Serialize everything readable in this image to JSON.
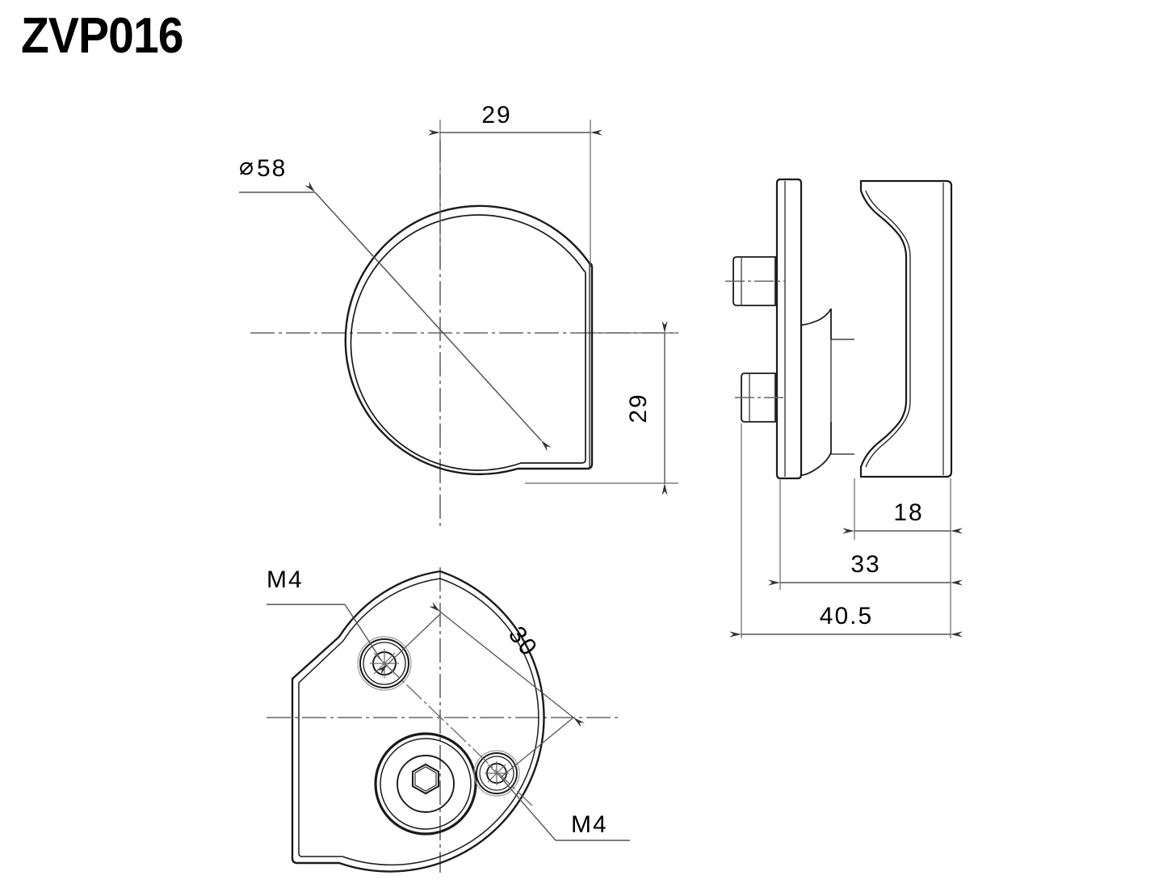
{
  "drawing": {
    "part_number": "ZVP016",
    "views": {
      "top": {
        "name": "top-view",
        "labels": {
          "diameter": "58",
          "diameter_symbol": "⌀",
          "width": "29",
          "height": "29"
        }
      },
      "side": {
        "name": "side-view",
        "labels": {
          "d1": "18",
          "d2": "33",
          "d3": "40.5"
        }
      },
      "bottom": {
        "name": "bottom-view",
        "labels": {
          "thread_upper": "M4",
          "thread_lower": "M4",
          "bolt_circle": "30"
        }
      }
    },
    "colors": {
      "line": "#1a1a1a",
      "thin_line": "#555555",
      "center_line": "#666666",
      "background": "#ffffff"
    }
  }
}
